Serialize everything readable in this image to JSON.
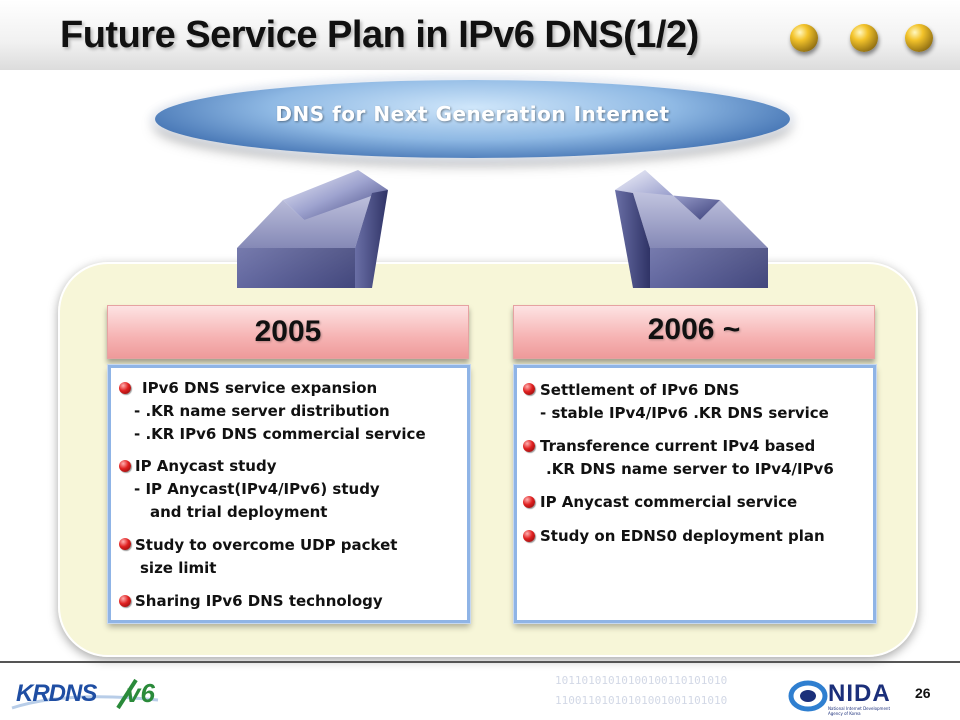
{
  "slide": {
    "title": "Future Service Plan in IPv6 DNS(1/2)",
    "banner": "DNS for Next Generation Internet",
    "page_number": "26"
  },
  "columns": [
    {
      "year": "2005",
      "lines": [
        "IPv6 DNS service expansion",
        "- .KR name server distribution",
        "- .KR IPv6 DNS commercial service",
        "IP Anycast study",
        "- IP Anycast(IPv4/IPv6) study",
        "and trial deployment",
        "Study to overcome UDP packet",
        "size limit",
        "Sharing IPv6 DNS technology"
      ]
    },
    {
      "year": "2006 ~",
      "lines": [
        "Settlement of IPv6 DNS",
        "- stable IPv4/IPv6 .KR DNS service",
        "Transference current IPv4 based",
        ".KR DNS name server to IPv4/IPv6",
        "IP Anycast commercial service",
        "Study on EDNS0 deployment plan"
      ]
    }
  ],
  "footer": {
    "left_logo": "KRDNS",
    "left_logo_mark": "v6",
    "right_logo": "NIDA",
    "right_logo_sub": "National Internet Development Agency of Korea",
    "binary_line_1": "10110101010100100110101010",
    "binary_line_2": "11001101010101001001101010"
  },
  "colors": {
    "banner_blue": "#3f6fb0",
    "panel_bg": "#f7f6d8",
    "tab_pink": "#f6b3b3",
    "box_border": "#8fb4e6",
    "bullet_red": "#e02020",
    "ball_gold": "#f3c32a",
    "arrow_indigo": "#4a4f8a"
  },
  "icons": {
    "bullet": "red-ball-bullet-icon",
    "title_decoration": "gold-ball-icon",
    "up_arrow": "up-arrow-icon"
  }
}
